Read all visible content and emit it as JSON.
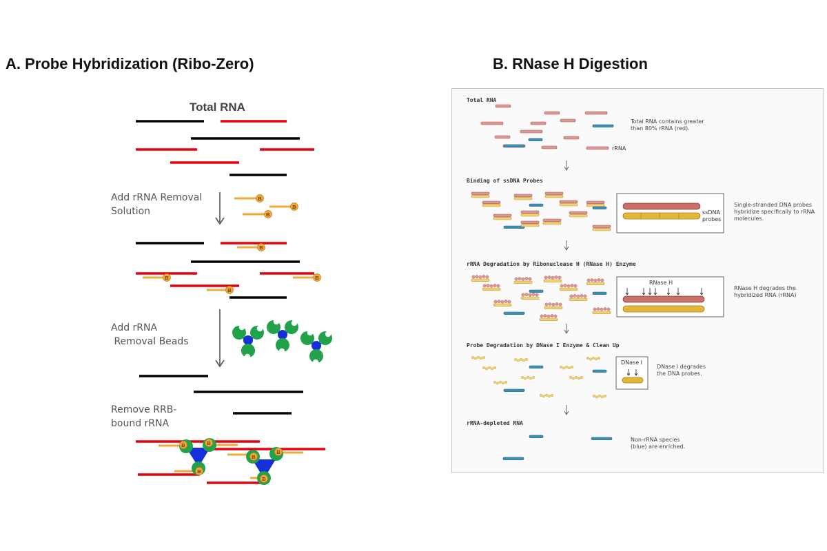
{
  "panel_a": {
    "title": "A. Probe Hybridization (Ribo-Zero)",
    "total_rna": "Total RNA",
    "step1": [
      "Add rRNA Removal",
      "Solution"
    ],
    "step2": [
      "Add rRNA",
      " Removal Beads"
    ],
    "step3": [
      "Remove RRB-",
      "bound rRNA"
    ],
    "bead_letter": "B"
  },
  "panel_b": {
    "title": "B. RNase H Digestion",
    "sections": [
      "Total RNA",
      "Binding of ssDNA Probes",
      "rRNA Degradation by Ribonuclease H (RNase H) Enzyme",
      "Probe Degradation by DNase I Enzyme & Clean Up",
      "rRNA-depleted RNA"
    ],
    "notes": {
      "total": [
        "Total RNA contains greater",
        "than 80% rRNA (red)."
      ],
      "binding": [
        "Single-stranded DNA probes",
        "hybridize specifically to rRNA",
        "molecules."
      ],
      "rnaseh": [
        "RNase H degrades the",
        "hybridized RNA (rRNA)"
      ],
      "dnase": [
        "DNase I degrades",
        "the DNA probes."
      ],
      "depleted": [
        "Non-rRNA species",
        "(blue) are enriched."
      ]
    },
    "rrna_label": "rRNA",
    "inset_ssdna": [
      "ssDNA",
      "probes"
    ],
    "inset_rnaseh": "RNase H",
    "inset_dnase": "DNase I"
  },
  "colors": {
    "mrna_black": "#000000",
    "rrna_red": "#e8000b",
    "probe_orange": "#f2a93b",
    "bead_green": "#21a24b",
    "bead_blue": "#1530d8",
    "b_rrna": "#d99a96",
    "b_rrna_dark": "#b5554f",
    "b_mrna": "#3f8fb5",
    "b_probe": "#e2b83a"
  }
}
